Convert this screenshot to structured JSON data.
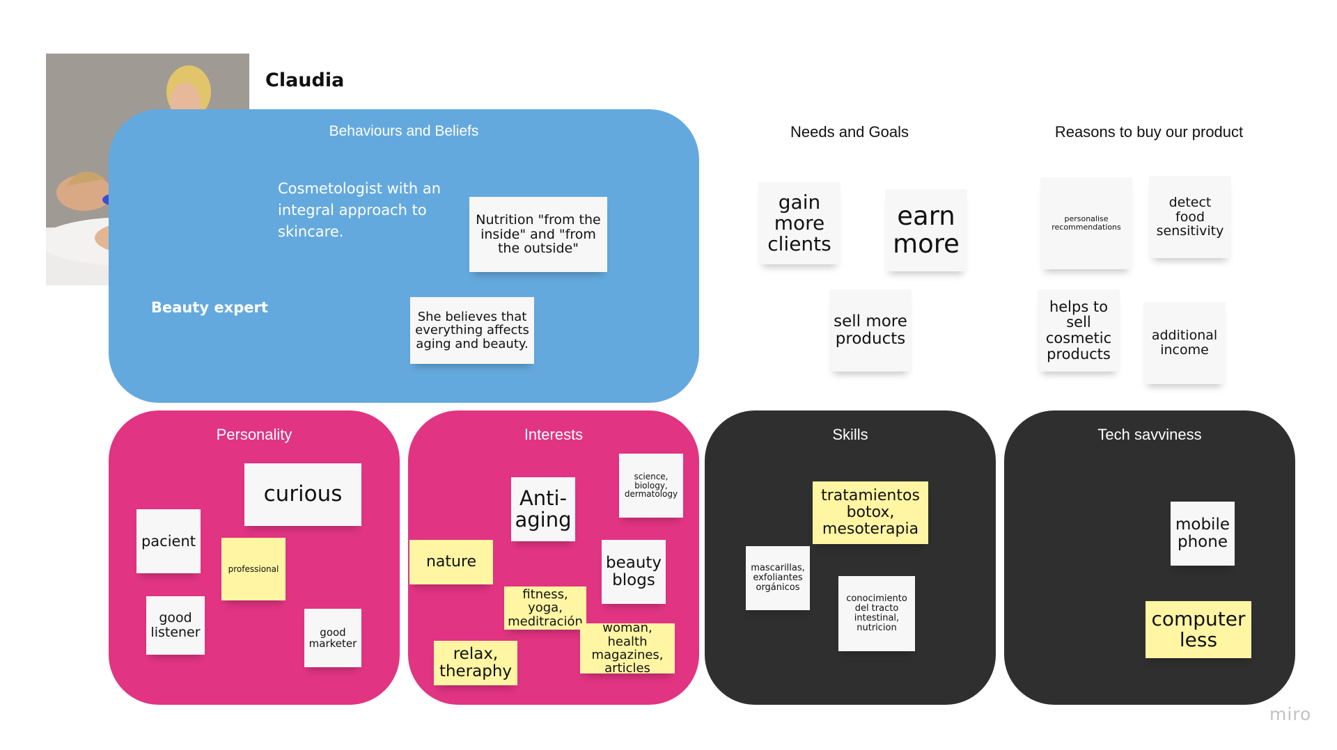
{
  "persona": {
    "name": "Claudia",
    "role": "Beauty expert",
    "photo_alt": "woman-portrait"
  },
  "behaviours": {
    "title": "Behaviours and Beliefs",
    "description": "Cosmetologist with an integral approach to skincare.",
    "notes": [
      "Nutrition \"from the inside\" and \"from the outside\"",
      "She believes that everything affects aging and beauty."
    ]
  },
  "needs": {
    "title": "Needs and Goals",
    "notes": [
      "gain more clients",
      "earn more",
      "sell more products"
    ]
  },
  "reasons": {
    "title": "Reasons to buy our product",
    "notes": [
      "personalise recommendations",
      "detect food sensitivity",
      "helps to sell cosmetic products",
      "additional income"
    ]
  },
  "personality": {
    "title": "Personality",
    "notes": [
      "curious",
      "pacient",
      "professional",
      "good listener",
      "good marketer"
    ]
  },
  "interests": {
    "title": "Interests",
    "notes": [
      "Anti-aging",
      "science, biology, dermatology",
      "nature",
      "beauty blogs",
      "fitness, yoga, meditración",
      "woman, health magazines, articles",
      "relax, theraphy"
    ]
  },
  "skills": {
    "title": "Skills",
    "notes": [
      "tratamientos botox, mesoterapia",
      "mascarillas, exfoliantes orgánicos",
      "conocimiento del tracto intestinal, nutricion"
    ]
  },
  "tech": {
    "title": "Tech savviness",
    "notes": [
      "mobile phone",
      "computer less"
    ]
  },
  "brand": "miro",
  "colors": {
    "blue_panel": "#64a9dd",
    "pink_panel": "#e13482",
    "dark_panel": "#2f2f2f",
    "sticky_white": "#f7f7f7",
    "sticky_yellow": "#fff5a3"
  }
}
